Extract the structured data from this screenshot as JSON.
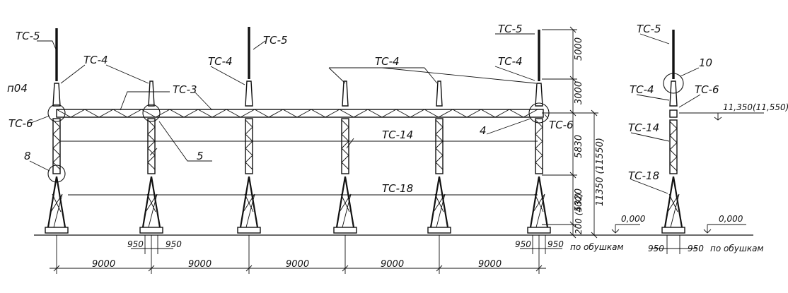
{
  "labels": {
    "ts5": "ТС-5",
    "ts4": "ТС-4",
    "ts3": "ТС-3",
    "ts6": "ТС-6",
    "ts14": "ТС-14",
    "ts18": "ТС-18",
    "node_p04": "п04",
    "node_8": "8",
    "node_5": "5",
    "node_4": "4",
    "node_10": "10"
  },
  "dimensions": {
    "span": "9000",
    "offset": "950",
    "along_angles": "по обушкам",
    "height_mast": "5000",
    "height_top": "3000",
    "height_mid": "5830",
    "height_low": "5320",
    "height_base": "200 (400)",
    "height_total": "11350 (11550)",
    "elevation_beam": "11,350(11,550)",
    "elevation_zero": "0,000"
  }
}
